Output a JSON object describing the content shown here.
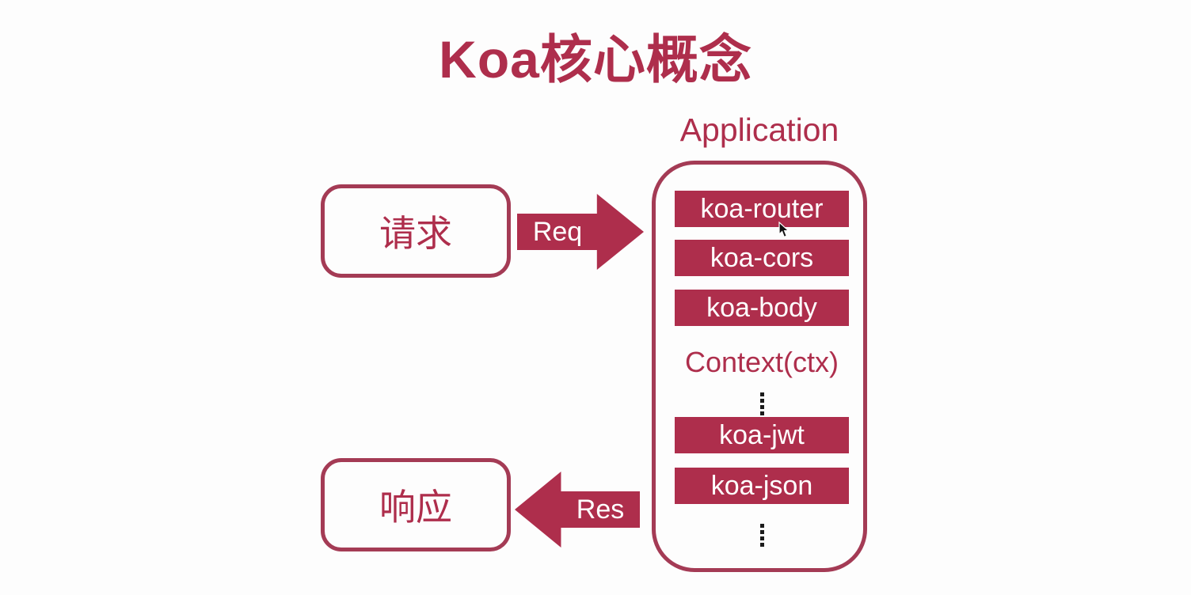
{
  "colors": {
    "accent": "#ae2e4c",
    "border": "#a43b55",
    "dots": "#1b1b1b",
    "background": "#fdfdfd",
    "badge_text": "#ffffff"
  },
  "title": "Koa核心概念",
  "application": {
    "label": "Application",
    "items": [
      {
        "type": "badge",
        "label": "koa-router"
      },
      {
        "type": "badge",
        "label": "koa-cors"
      },
      {
        "type": "badge",
        "label": "koa-body"
      },
      {
        "type": "text",
        "label": "Context(ctx)"
      },
      {
        "type": "dots",
        "label": "⋮"
      },
      {
        "type": "badge",
        "label": "koa-jwt"
      },
      {
        "type": "badge",
        "label": "koa-json"
      },
      {
        "type": "dots",
        "label": "⋮"
      }
    ]
  },
  "request_box": {
    "label": "请求"
  },
  "response_box": {
    "label": "响应"
  },
  "arrows": {
    "request_label": "Req",
    "response_label": "Res"
  }
}
